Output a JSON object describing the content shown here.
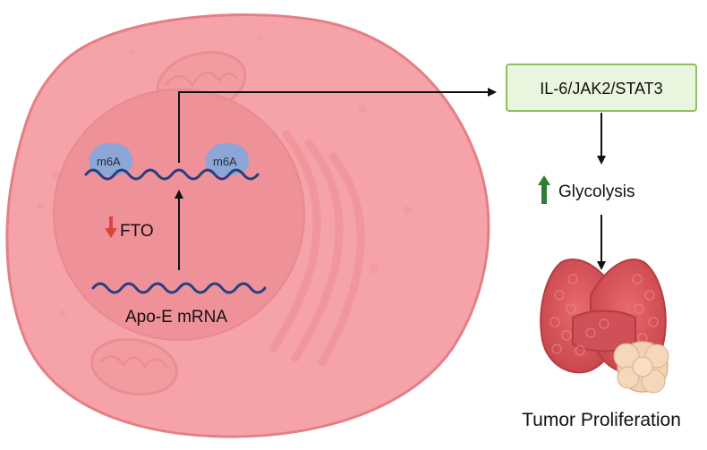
{
  "diagram": {
    "pathway_box_label": "IL-6/JAK2/STAT3",
    "glycolysis_label": "Glycolysis",
    "fto_label": "FTO",
    "mrna_label": "Apo-E mRNA",
    "m6a_left_label": "m6A",
    "m6a_right_label": "m6A",
    "outcome_label": "Tumor Proliferation"
  },
  "colors": {
    "cell_fill": "#f5a3a9",
    "cell_border": "#e47f86",
    "nucleus_fill": "#ee9198",
    "mrna_wave": "#233f80",
    "m6a_blob": "#8ea6d6",
    "box_fill": "#eaf5dd",
    "box_border": "#8fbf60",
    "up_arrow": "#2e7d32",
    "down_arrow": "#d9443e",
    "thyroid": "#d9575c",
    "tumor": "#f3d2b2"
  },
  "icons": {
    "fto_indicator": "down-arrow-icon",
    "glycolysis_indicator": "up-arrow-icon",
    "organ": "thyroid-with-tumor-icon"
  }
}
